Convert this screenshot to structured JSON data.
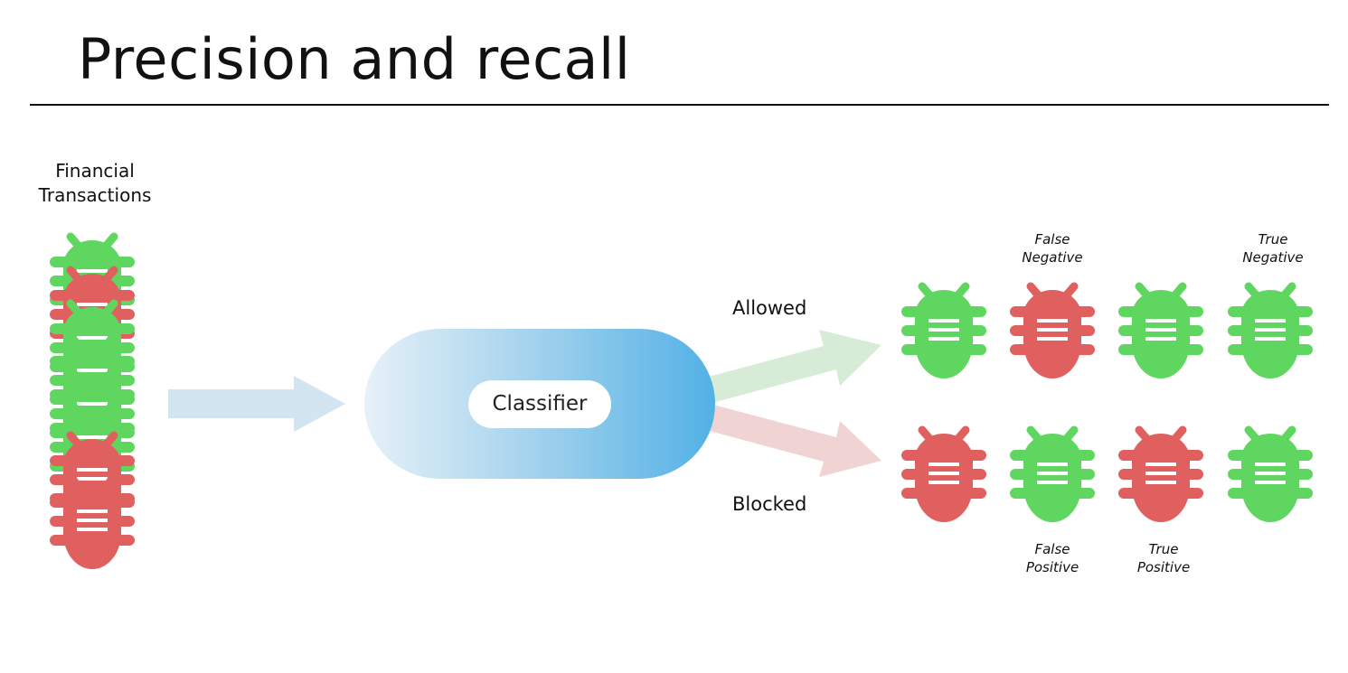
{
  "title": "Precision and recall",
  "source": {
    "label_line1": "Financial",
    "label_line2": "Transactions"
  },
  "classifier": {
    "label": "Classifier"
  },
  "branches": {
    "allowed": "Allowed",
    "blocked": "Blocked"
  },
  "quadrants": {
    "false_negative": {
      "line1": "False",
      "line2": "Negative"
    },
    "true_negative": {
      "line1": "True",
      "line2": "Negative"
    },
    "false_positive": {
      "line1": "False",
      "line2": "Positive"
    },
    "true_positive": {
      "line1": "True",
      "line2": "Positive"
    }
  },
  "colors": {
    "legit": "#5fd65f",
    "fraud": "#e06060",
    "arrow_input": "#d3e5f0",
    "arrow_allowed": "#d7ecd7",
    "arrow_blocked": "#f0d4d4",
    "pill_start": "#e7f1f8",
    "pill_end": "#52b1e6"
  },
  "stack_colors": [
    "legit",
    "fraud",
    "legit",
    "legit",
    "legit",
    "legit",
    "fraud",
    "fraud"
  ],
  "allowed_row": [
    "legit",
    "fraud",
    "legit",
    "legit"
  ],
  "blocked_row": [
    "fraud",
    "legit",
    "fraud",
    "legit"
  ]
}
